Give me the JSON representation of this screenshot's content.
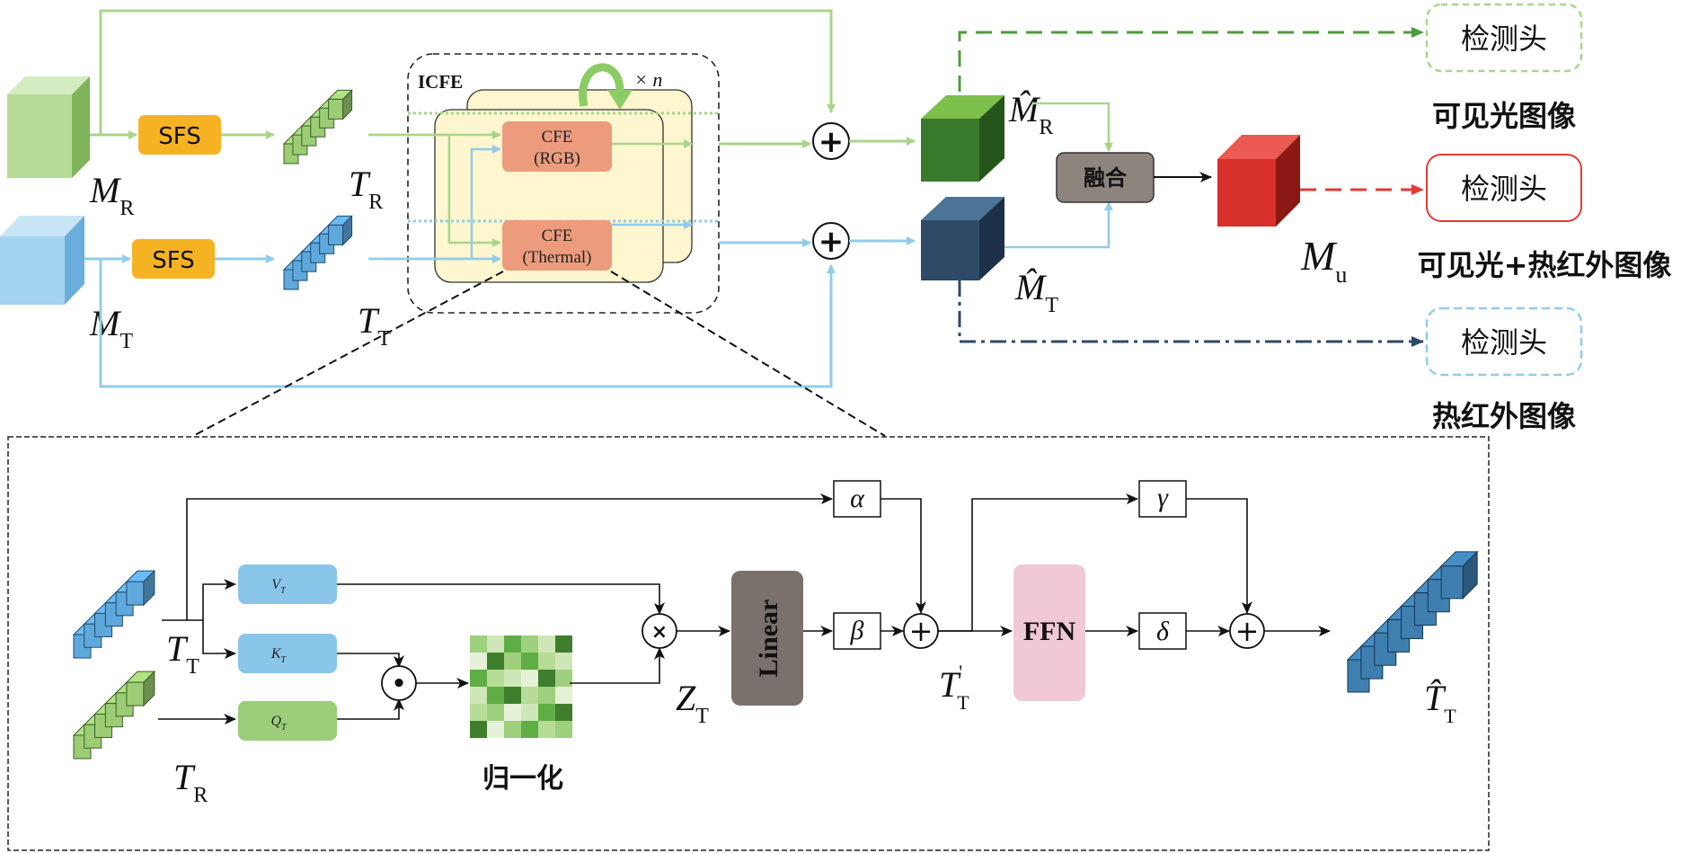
{
  "top": {
    "input_rgb": {
      "main": "M",
      "sub": "R"
    },
    "input_thermal": {
      "main": "M",
      "sub": "T"
    },
    "sfs_label": "SFS",
    "token_rgb": {
      "main": "T",
      "sub": "R"
    },
    "token_thermal": {
      "main": "T",
      "sub": "T"
    },
    "icfe_label": "ICFE",
    "repeat_label": "× n",
    "cfe_rgb": {
      "line1": "CFE",
      "line2": "(RGB)"
    },
    "cfe_thermal": {
      "line1": "CFE",
      "line2": "(Thermal)"
    },
    "plus_symbol": "+",
    "out_rgb": {
      "main": "M̂",
      "sub": "R"
    },
    "out_thermal": {
      "main": "M̂",
      "sub": "T"
    },
    "fusion_label": "融合",
    "fused": {
      "main": "M",
      "sub": "u"
    },
    "detection_head_label": "检测头",
    "caption_visible": "可见光图像",
    "caption_fused": "可见光+热红外图像",
    "caption_thermal": "热红外图像"
  },
  "detail": {
    "v_label": {
      "main": "V",
      "sub": "T"
    },
    "k_label": {
      "main": "K",
      "sub": "T"
    },
    "q_label": {
      "main": "Q",
      "sub": "T"
    },
    "in_thermal": {
      "main": "T",
      "sub": "T"
    },
    "in_rgb": {
      "main": "T",
      "sub": "R"
    },
    "dot_symbol": "•",
    "mult_symbol": "×",
    "normalize_label": "归一化",
    "z_label": {
      "main": "Z",
      "sub": "T"
    },
    "linear_label": "Linear",
    "alpha": "α",
    "beta": "β",
    "gamma": "γ",
    "delta": "δ",
    "plus_symbol": "+",
    "t_prime": {
      "main": "T",
      "sup": "'",
      "sub": "T"
    },
    "ffn_label": "FFN",
    "out_label": {
      "main": "T̂",
      "sub": "T"
    }
  },
  "colors": {
    "rgb_green": "#9ccc74",
    "thermal_blue": "#8fc8ea",
    "sfs_orange": "#f5b324",
    "cfe_salmon": "#ec9c7c",
    "icfe_bg": "#fdf6cf",
    "green_arrow": "#a9d58b",
    "blue_arrow": "#92cce9",
    "out_rgb_green": "#3a7a2c",
    "out_thermal_blue": "#2e4a66",
    "fused_red": "#d8302b",
    "fusion_gray": "#8e847e",
    "linear_gray": "#7a716c",
    "ffn_pink": "#f0c8d6",
    "vk_blue": "#8ac6ea",
    "q_green": "#9bcd7a"
  }
}
